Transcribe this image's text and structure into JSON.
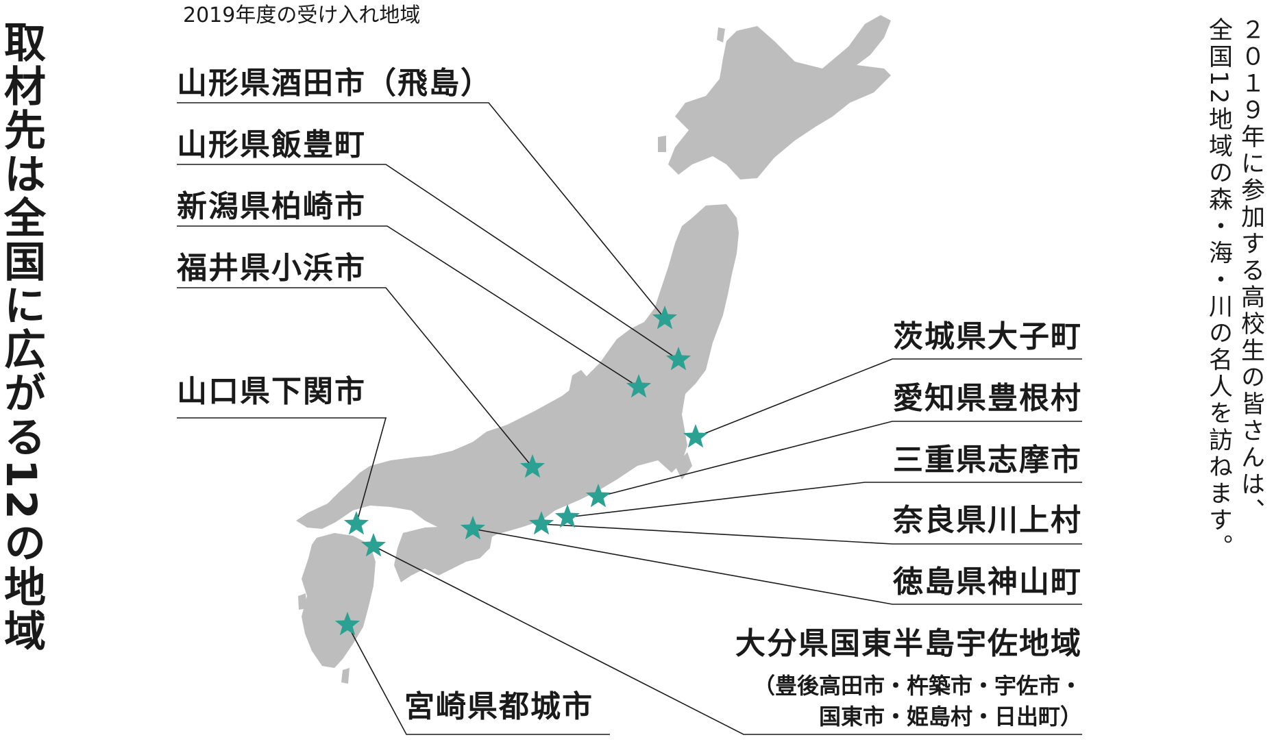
{
  "title": "取材先は全国に広がる12の地域",
  "subtitle": "2019年度の受け入れ地域",
  "side_note": [
    "２０１９年に参加する高校生の皆さんは、",
    "全国12地域の森・海・川の名人を訪ねます。"
  ],
  "colors": {
    "land": "#bdbdbd",
    "star": "#2aa192",
    "line": "#1a1a1a"
  },
  "locations": [
    {
      "id": "sakata",
      "label": "山形県酒田市（飛島）"
    },
    {
      "id": "iide",
      "label": "山形県飯豊町"
    },
    {
      "id": "kashiwazaki",
      "label": "新潟県柏崎市"
    },
    {
      "id": "obama",
      "label": "福井県小浜市"
    },
    {
      "id": "shimonoseki",
      "label": "山口県下関市"
    },
    {
      "id": "miyakonojo",
      "label": "宮崎県都城市"
    },
    {
      "id": "daigo",
      "label": "茨城県大子町"
    },
    {
      "id": "toyone",
      "label": "愛知県豊根村"
    },
    {
      "id": "shima",
      "label": "三重県志摩市"
    },
    {
      "id": "kawakami",
      "label": "奈良県川上村"
    },
    {
      "id": "kamiyama",
      "label": "徳島県神山町"
    },
    {
      "id": "kunisaki",
      "label": "大分県国東半島宇佐地域",
      "detail": [
        "（豊後高田市・杵築市・宇佐市・",
        "国東市・姫島村・日出町）"
      ]
    }
  ]
}
